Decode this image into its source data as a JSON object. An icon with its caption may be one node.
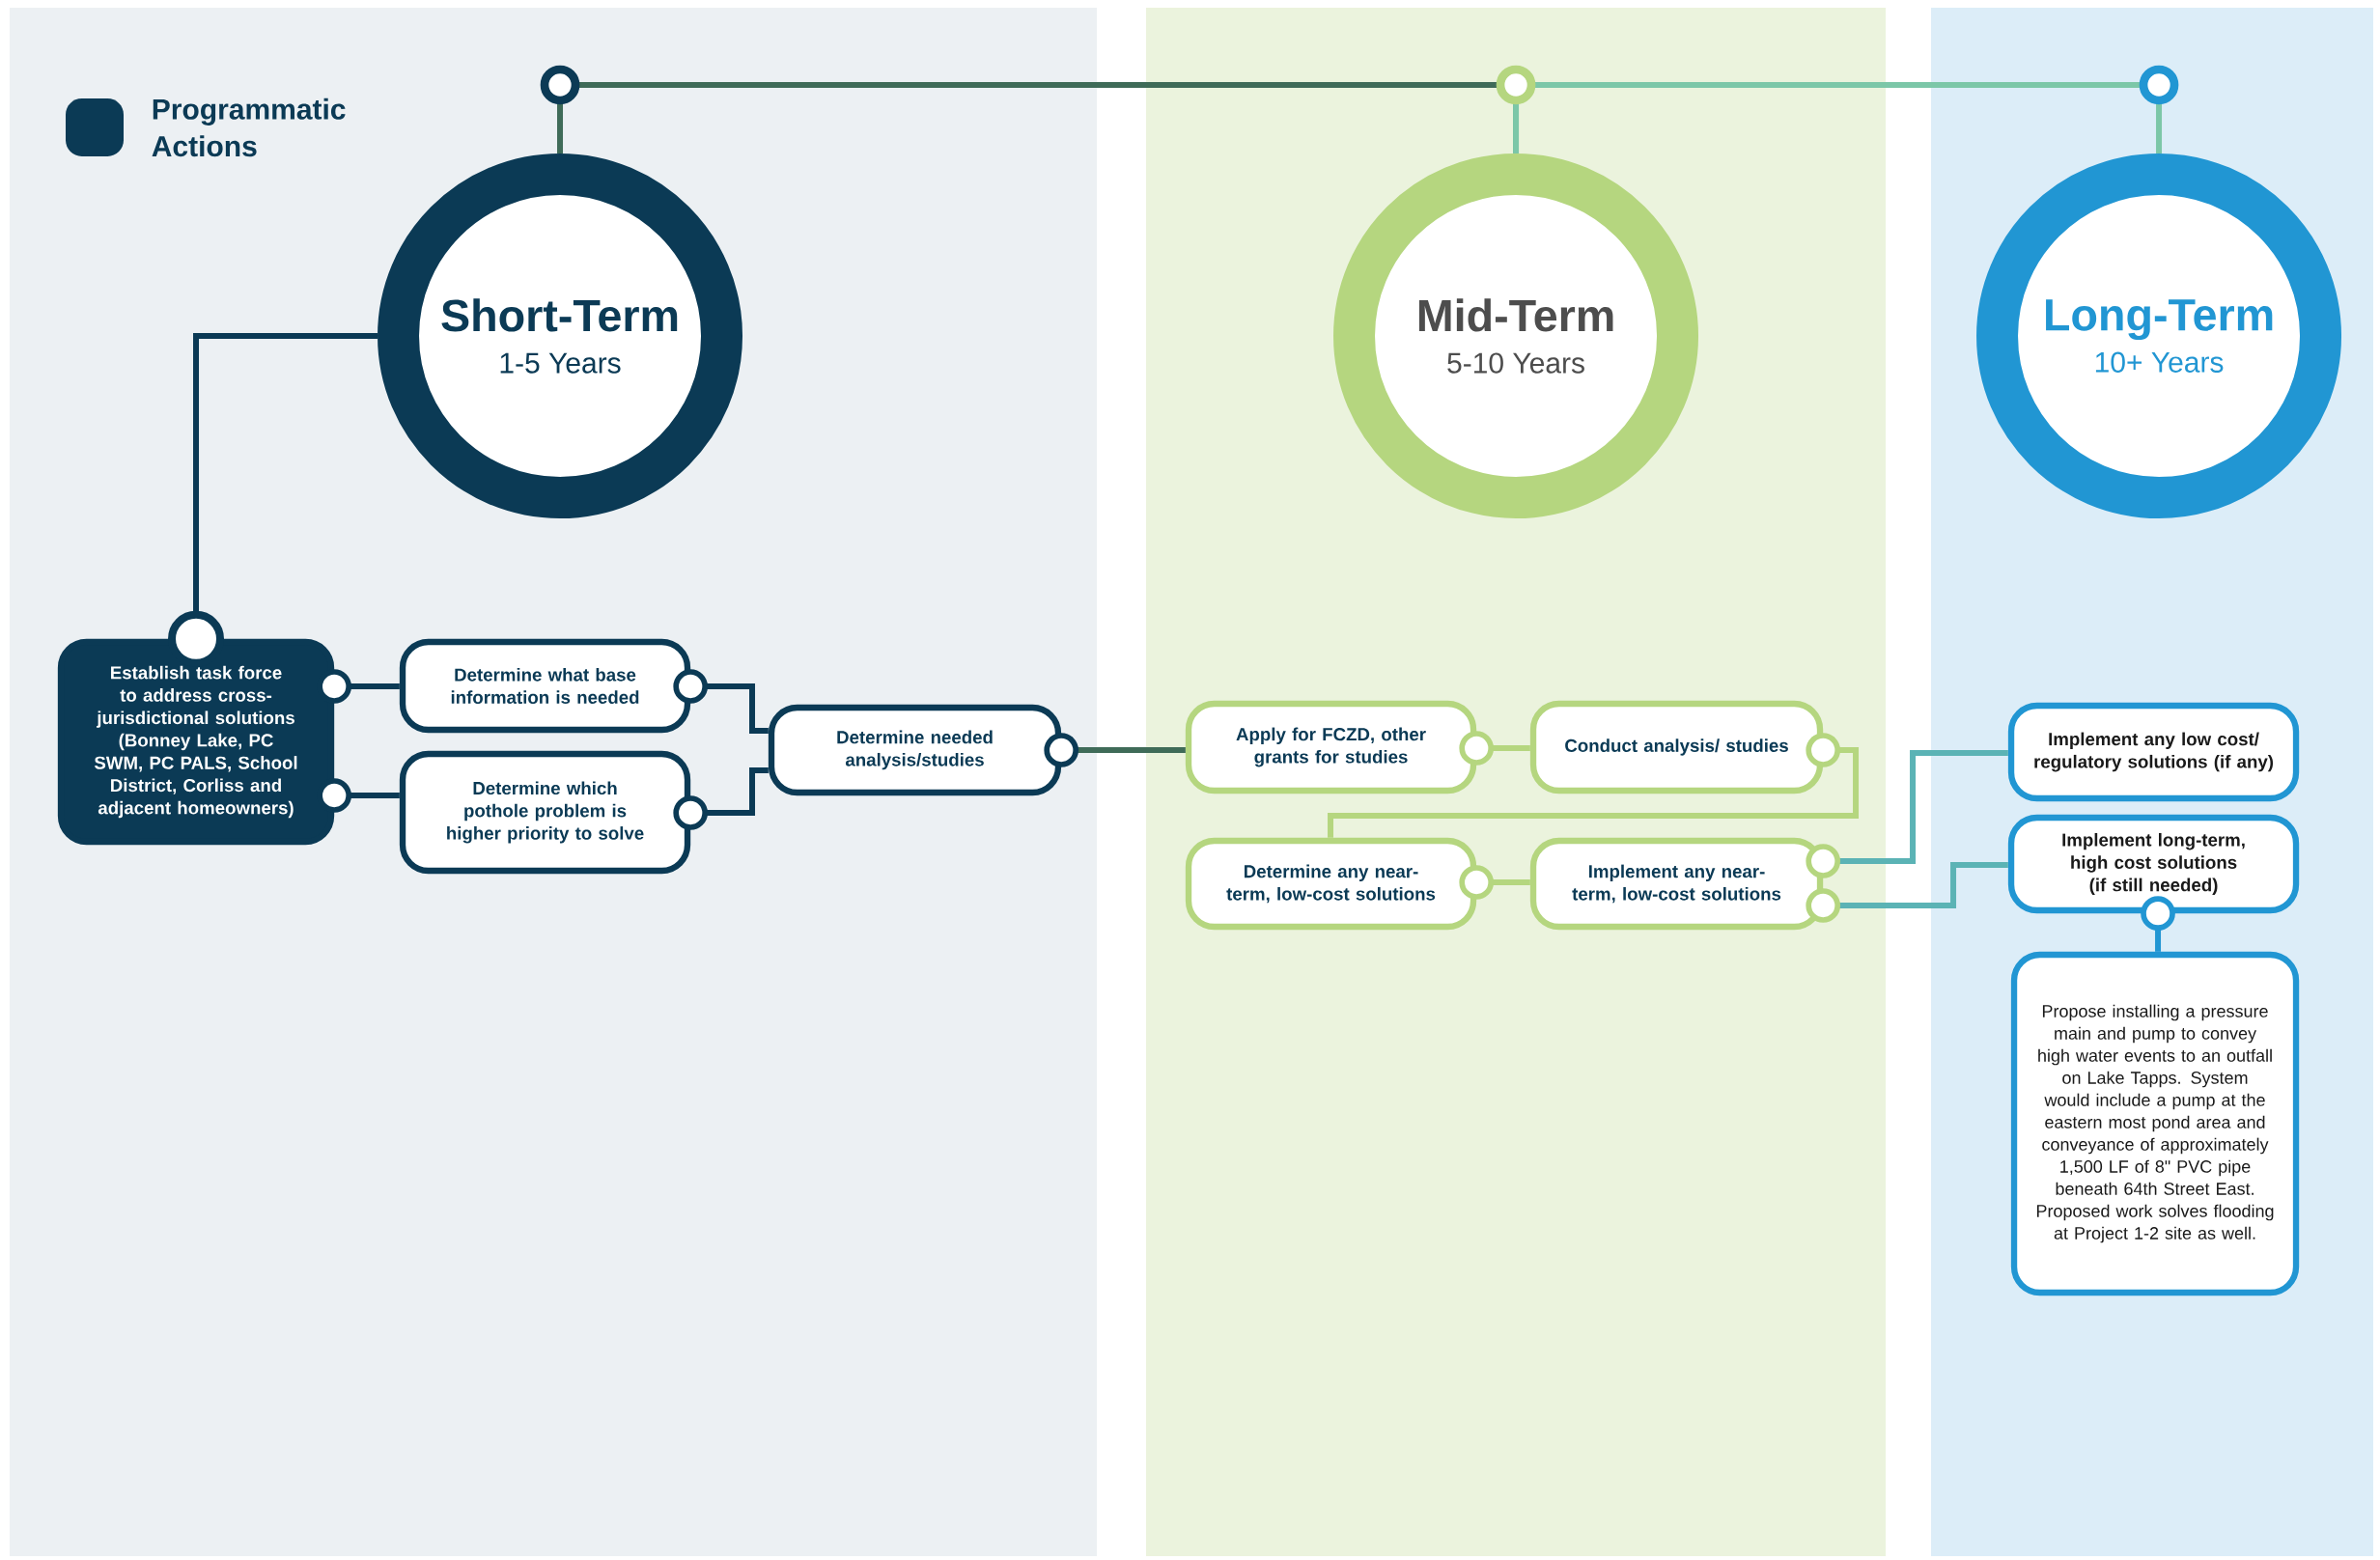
{
  "diagram": {
    "nodes": [
      {
        "text": [
          "Short-Term",
          "1-5 Years"
        ]
      },
      {
        "text": [
          "Mid-Term",
          "5-10 Years"
        ]
      },
      {
        "text": [
          "Long-Term",
          "10+ Years"
        ]
      },
      {
        "text": [
          "Establish task force to address cross-jurisdictional solutions (Bonney Lake, PC SWM, PC PALS, School District, Corliss and adjacent homeowners)"
        ]
      },
      {
        "text": [
          "Determine what base information is needed"
        ]
      },
      {
        "text": [
          "Determine which pothole problem is higher priority to solve"
        ]
      },
      {
        "text": [
          "Determine needed analysis/studies"
        ]
      },
      {
        "text": [
          "Apply for FCZD, other grants for studies"
        ]
      },
      {
        "text": [
          "Conduct analysis/ studies"
        ]
      },
      {
        "text": [
          "Determine any near-term, low-cost solutions"
        ]
      },
      {
        "text": [
          "Implement any near-term, low-cost solutions"
        ]
      },
      {
        "text": [
          "Implement any low cost/ regulatory solutions (if any)"
        ]
      },
      {
        "text": [
          "Implement long-term, high cost solutions (if still needed)"
        ]
      },
      {
        "text": [
          "Propose installing a pressure main and pump to convey high water events to an outfall on Lake Tapps. System would include a pump at the eastern most pond area and conveyance of approximately 1,500 LF of 8\" PVC pipe beneath 64th Street East. Proposed work solves flooding at Project 1-2 site as well."
        ]
      }
    ],
    "edges": [
      {
        "from": 0,
        "to": 1,
        "arrow": "none",
        "color": "#3f6b58"
      },
      {
        "from": 1,
        "to": 2,
        "arrow": "none",
        "color": "#7cc7a8"
      },
      {
        "from": 3,
        "to": 0,
        "arrow": "other"
      },
      {
        "from": 3,
        "to": 4,
        "arrow": "other"
      },
      {
        "from": 3,
        "to": 5,
        "arrow": "other"
      },
      {
        "from": 4,
        "to": 6,
        "arrow": "other"
      },
      {
        "from": 5,
        "to": 6,
        "arrow": "other"
      },
      {
        "from": 6,
        "to": 7,
        "arrow": "other",
        "color": "#3f6b58"
      },
      {
        "from": 7,
        "to": 8,
        "arrow": "other",
        "color": "#b5d67f"
      },
      {
        "from": 8,
        "to": 9,
        "arrow": "other",
        "color": "#b5d67f"
      },
      {
        "from": 9,
        "to": 10,
        "arrow": "other",
        "color": "#b5d67f"
      },
      {
        "from": 10,
        "to": 11,
        "arrow": "other",
        "color": "#5bb3b5"
      },
      {
        "from": 10,
        "to": 12,
        "arrow": "other",
        "color": "#5bb3b5"
      },
      {
        "from": 12,
        "to": 13,
        "arrow": "other",
        "color": "#2196d3"
      }
    ],
    "legend": [
      {
        "text": "Programmatic Actions",
        "color": "#0b3a55"
      }
    ]
  }
}
